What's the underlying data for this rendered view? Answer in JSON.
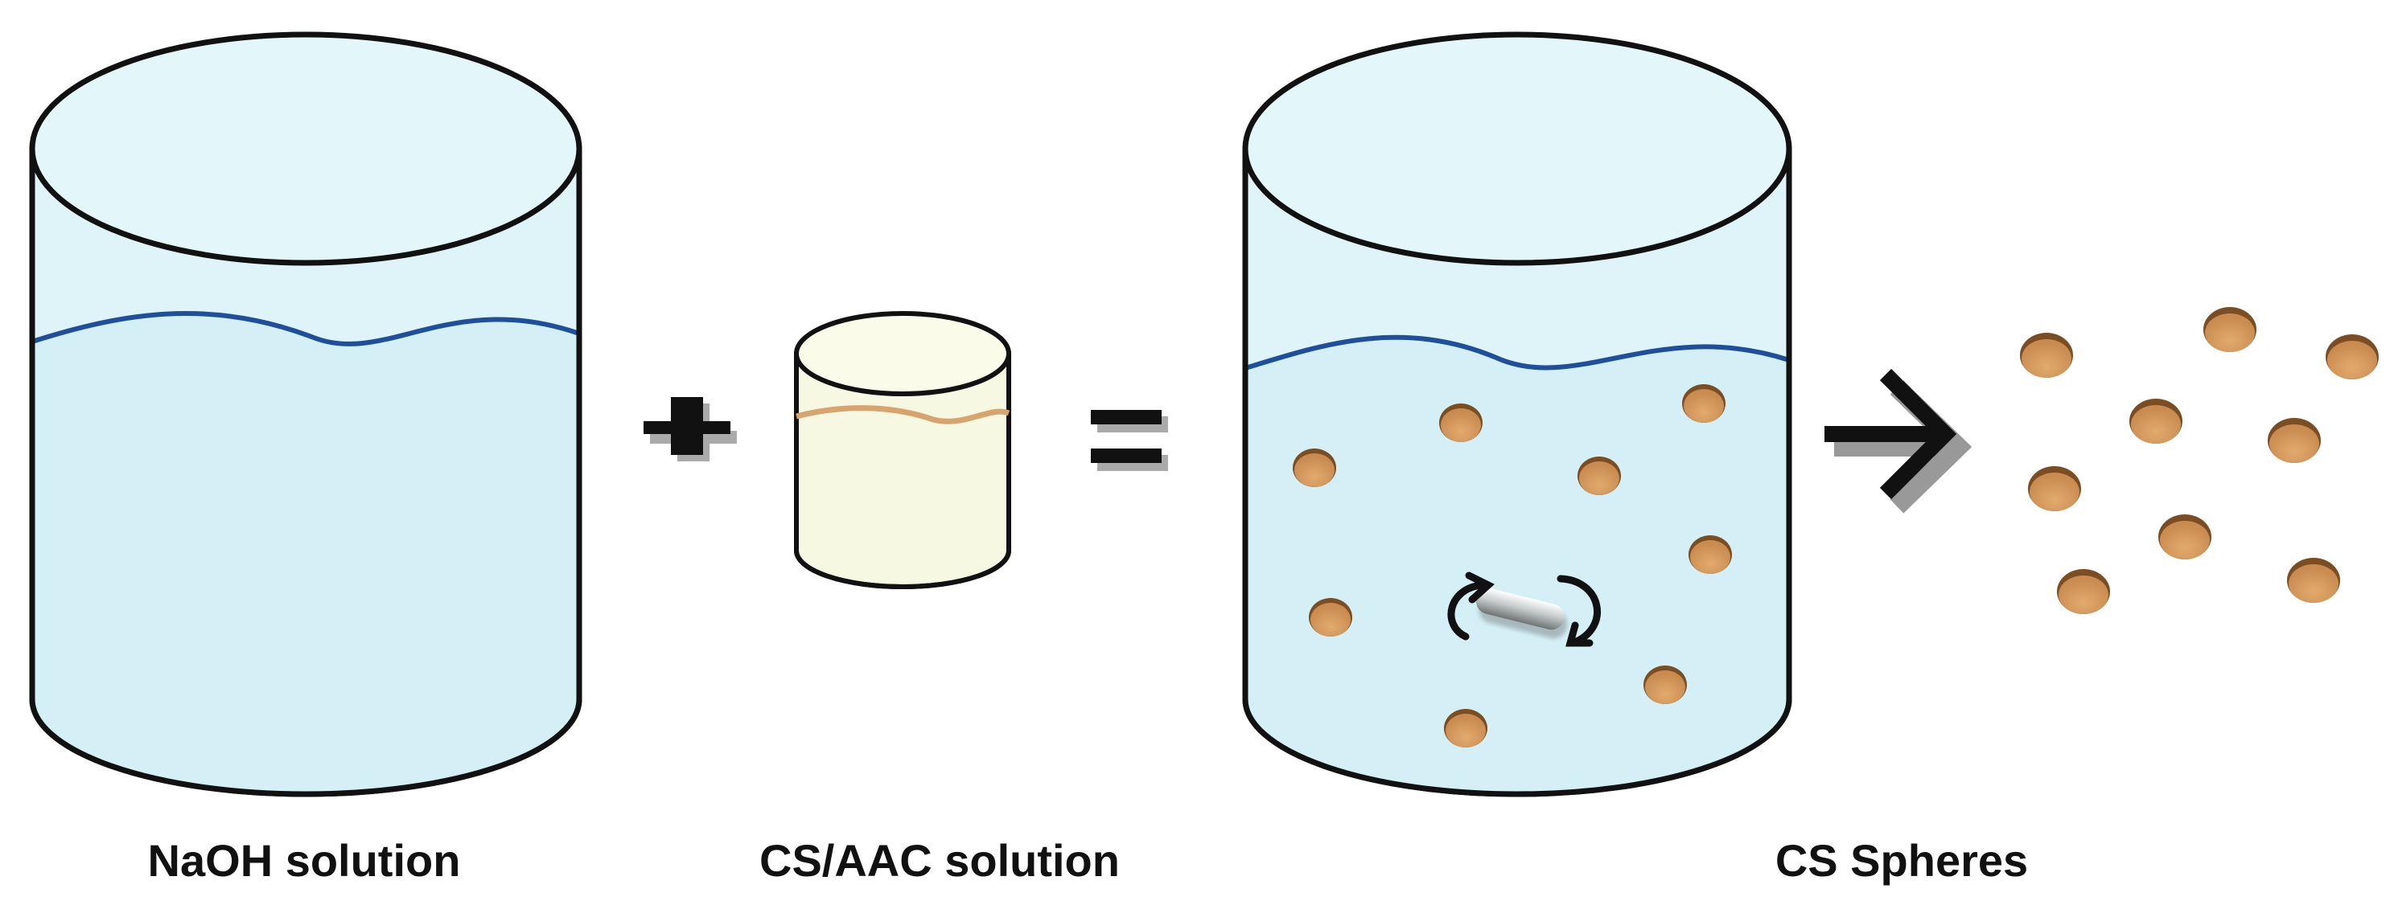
{
  "labels": {
    "naoh": "NaOH solution",
    "csaac": "CS/AAC solution",
    "spheres": "CS Spheres"
  },
  "operators": {
    "plus": "+",
    "equals": "=",
    "arrow": "right-arrow-icon"
  },
  "colors": {
    "beaker_liquid": "#dff4f9",
    "beaker_outline": "#111111",
    "surface_line": "#1f4f9a",
    "vial_liquid": "#f6f8e2",
    "vial_surface": "#d8a46e",
    "sphere_fill": "#d9a066",
    "sphere_shadow": "#7a4e22"
  },
  "icons": [
    "stir-bar-icon",
    "rotation-arrows-icon",
    "right-arrow-icon"
  ]
}
